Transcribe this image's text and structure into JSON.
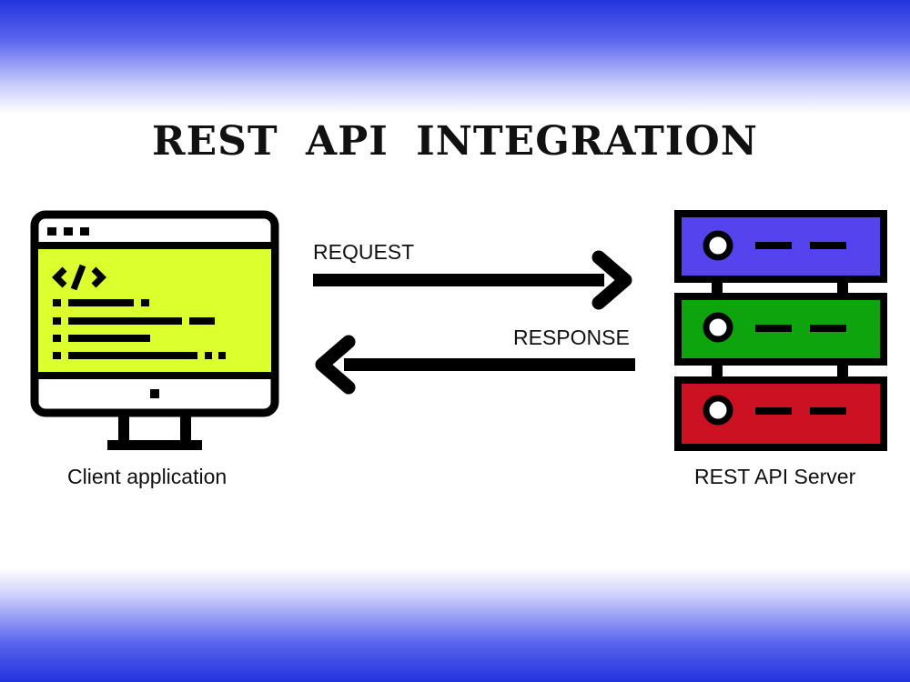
{
  "title": "REST API INTEGRATION",
  "labels": {
    "request": "REQUEST",
    "response": "RESPONSE",
    "client": "Client application",
    "server": "REST API Server"
  },
  "icons": {
    "client": "desktop-monitor-code-icon",
    "server": "server-rack-icon",
    "request_arrow": "arrow-right-icon",
    "response_arrow": "arrow-left-icon"
  },
  "colors": {
    "band": "#2233dd",
    "screen": "#dcff2e",
    "server_top": "#5544ee",
    "server_middle": "#0ea40e",
    "server_bottom": "#cc1122",
    "outline": "#000000"
  }
}
